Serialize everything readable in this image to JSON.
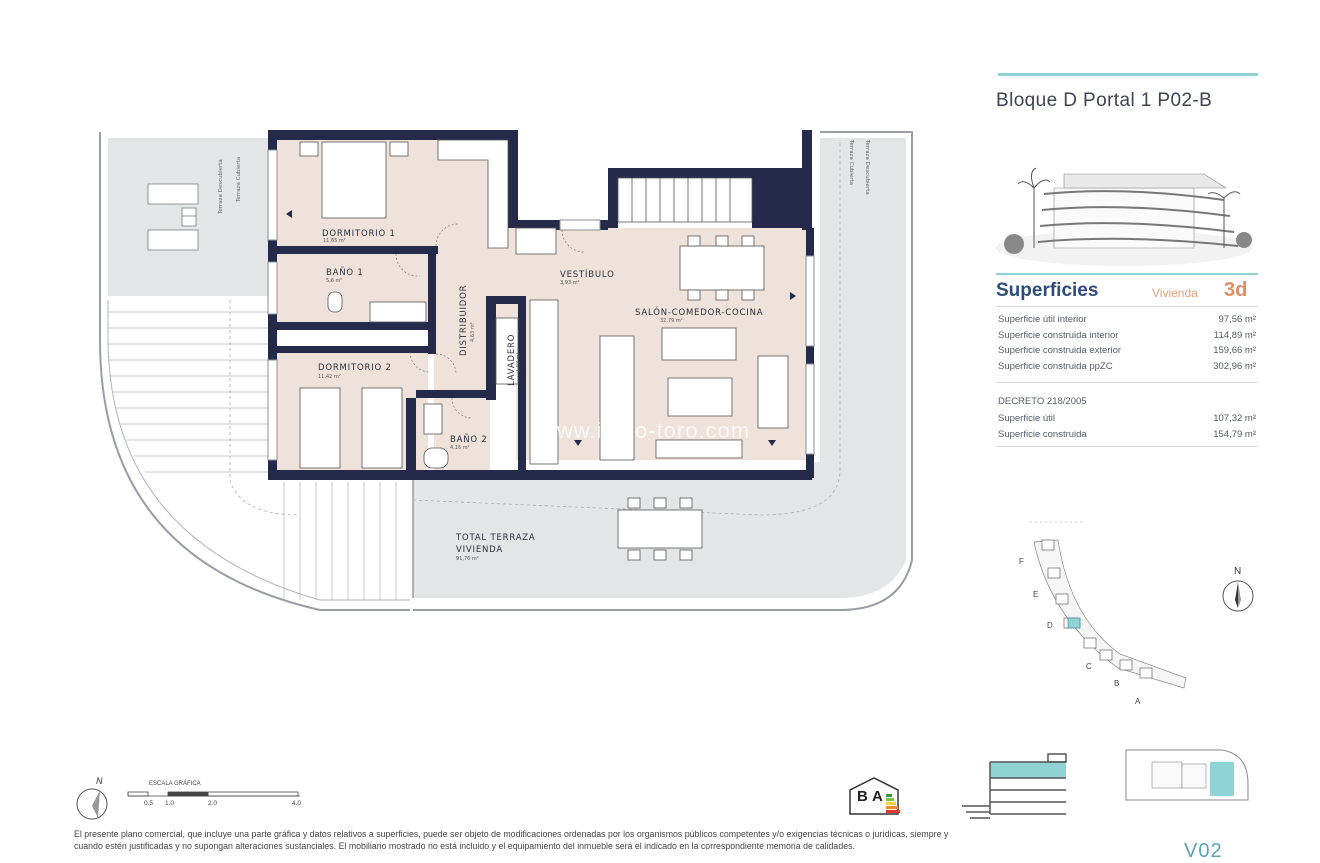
{
  "header": {
    "title": "Bloque D Portal 1 P02-B"
  },
  "plan": {
    "rooms": {
      "dormitorio1": {
        "name": "DORMITORIO 1",
        "area": "11,65 m²"
      },
      "bano1": {
        "name": "BAÑO 1",
        "area": "5,6 m²"
      },
      "dormitorio2": {
        "name": "DORMITORIO 2",
        "area": "11,42 m²"
      },
      "bano2": {
        "name": "BAÑO 2",
        "area": "4,16 m²"
      },
      "vestibulo": {
        "name": "VESTÍBULO",
        "area": "3,93 m²"
      },
      "salon": {
        "name": "SALÓN-COMEDOR-COCINA",
        "area": "32,79 m²"
      },
      "distribuidor": {
        "name": "DISTRIBUIDOR",
        "area": "4,63 m²"
      },
      "lavadero": {
        "name": "LAVADERO",
        "area": "1,97 m²"
      },
      "terraza_total_line1": "TOTAL  TERRAZA",
      "terraza_total_line2": "VIVIENDA",
      "terraza_total_area": "91,76 m²"
    },
    "side_labels": {
      "left_descubierta": "Terraza Descubierta",
      "left_cubierta": "Terraza Cubierta",
      "right_cubierta": "Terraza Cubierta",
      "right_descubierta": "Terraza Descubierta"
    },
    "watermark": "www.inmo-toro.com"
  },
  "superficies": {
    "title": "Superficies",
    "vivienda_label": "Vivienda",
    "vivienda_num": "3d",
    "rows": [
      {
        "label": "Superficie útil interior",
        "value": "97,56 m²"
      },
      {
        "label": "Superficie construida interior",
        "value": "114,89 m²"
      },
      {
        "label": "Superficie construida exterior",
        "value": "159,66 m²"
      },
      {
        "label": "Superficie construida ppZC",
        "value": "302,96 m²"
      }
    ],
    "decreto_title": "DECRETO 218/2005",
    "decreto_rows": [
      {
        "label": "Superficie útil",
        "value": "107,32 m²"
      },
      {
        "label": "Superficie construida",
        "value": "154,79 m²"
      }
    ]
  },
  "site_map": {
    "north": "N",
    "blocks": [
      "F",
      "E",
      "D",
      "C",
      "B",
      "A"
    ]
  },
  "scale": {
    "north": "N",
    "title": "ESCALA GRÁFICA",
    "ticks": [
      "0.5",
      "1.0",
      "2.0",
      "4.0"
    ]
  },
  "energy": {
    "label1": "B",
    "label2": "A"
  },
  "footer": {
    "text": "El presente plano comercial, que incluye una parte gráfica y datos relativos a superficies, puede ser objeto de modificaciones ordenadas por los organismos públicos competentes y/o exigencias técnicas o jurídicas, siempre y cuando estén justificadas y no supongan alteraciones sustanciales. El mobiliario mostrado no está incluido y el equipamiento del inmueble será el indicado en la correspondiente memoria de calidades."
  },
  "sheet_code": "V02",
  "colors": {
    "wall": "#262a4a",
    "room_fill": "#efe2da",
    "terrace": "#e3e5e6",
    "accent": "#8fd3d6",
    "title_blue": "#2f4d7a",
    "orange": "#e08c63"
  }
}
